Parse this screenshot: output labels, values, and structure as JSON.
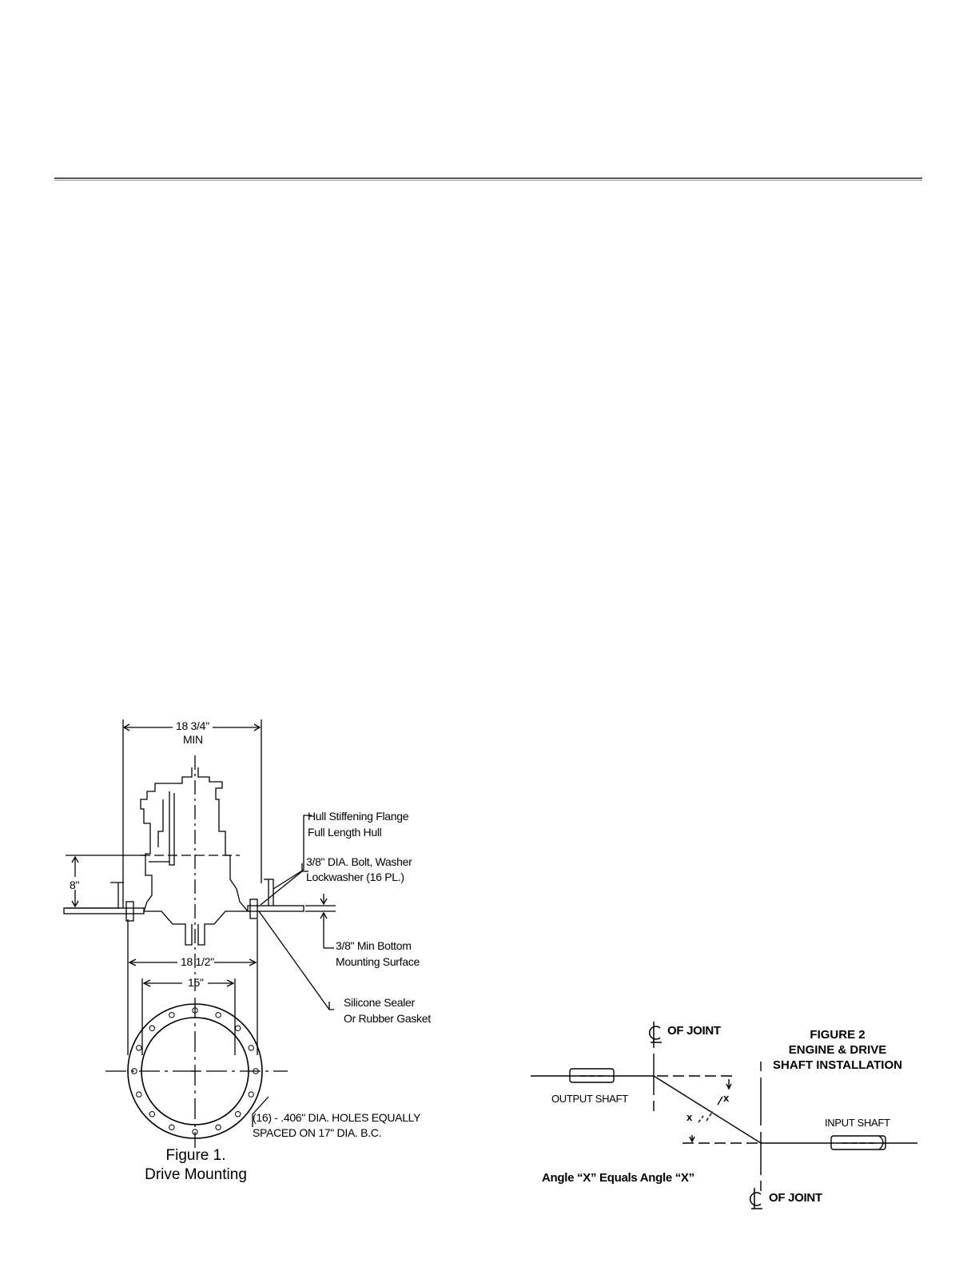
{
  "figure1": {
    "dim_top": "18 3/4\"",
    "dim_top_min": "MIN",
    "dim_left": "8\"",
    "dim_mid": "18 1/2\"",
    "dim_circle": "15\"",
    "callout_flange_1": "Hull Stiffening Flange",
    "callout_flange_2": "Full Length Hull",
    "callout_bolt_1": "3/8\" DIA. Bolt, Washer",
    "callout_bolt_2": "Lockwasher (16 PL.)",
    "callout_surface_1": "3/8\" Min Bottom",
    "callout_surface_2": "Mounting Surface",
    "callout_sealer_1": "Silicone Sealer",
    "callout_sealer_2": "Or Rubber Gasket",
    "callout_holes_1": "(16) - .406\" DIA. HOLES EQUALLY",
    "callout_holes_2": "SPACED ON 17\" DIA. B.C.",
    "caption_1": "Figure 1.",
    "caption_2": "Drive Mounting"
  },
  "figure2": {
    "cl_joint_top": "OF JOINT",
    "cl_joint_bottom": "OF JOINT",
    "title_1": "FIGURE 2",
    "title_2": "ENGINE & DRIVE",
    "title_3": "SHAFT INSTALLATION",
    "output_shaft": "OUTPUT SHAFT",
    "input_shaft": "INPUT SHAFT",
    "angle_upper": "x",
    "angle_lower": "x",
    "note": "Angle “X” Equals Angle “X”"
  }
}
